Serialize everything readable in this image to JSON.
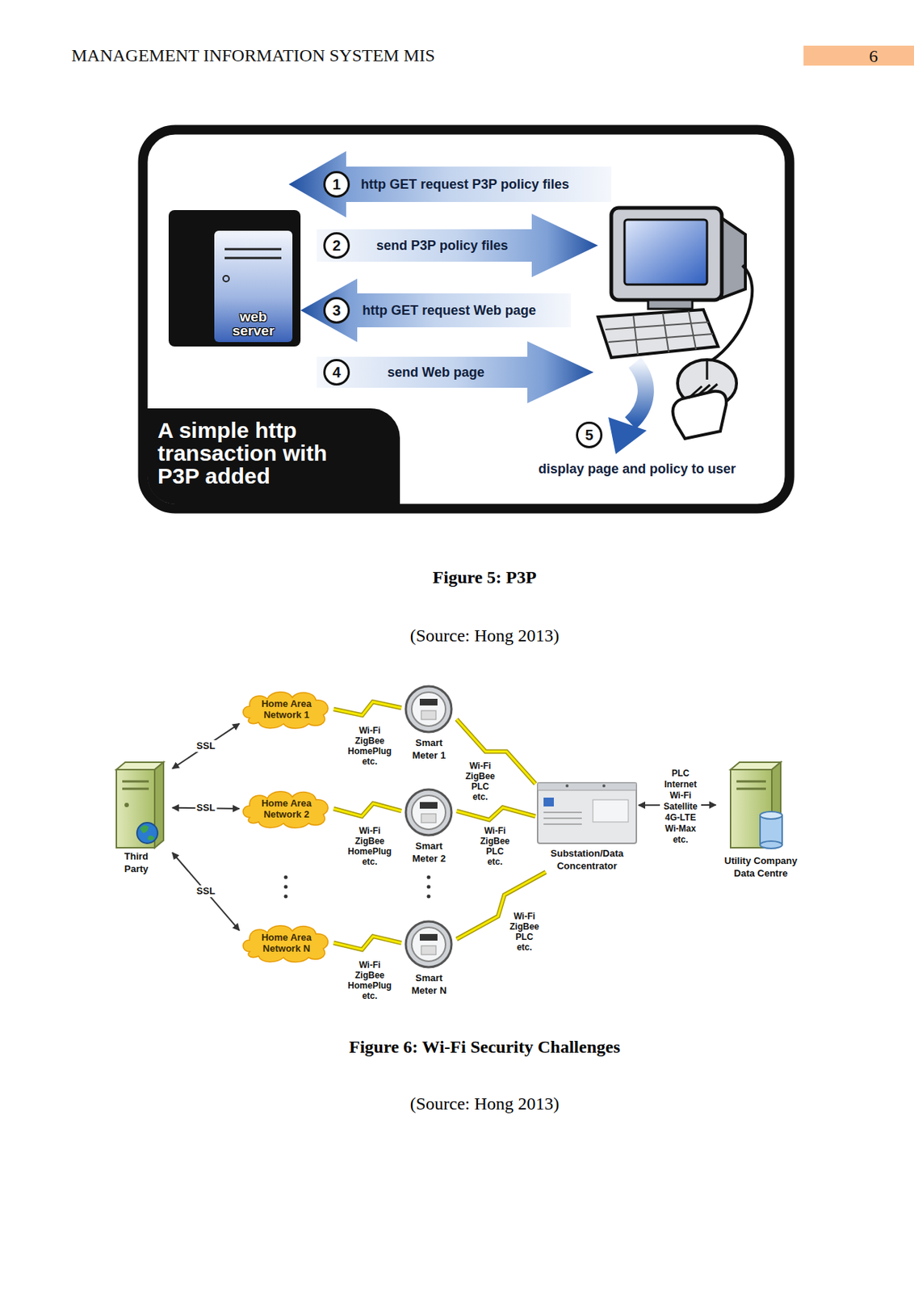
{
  "diagram": {
    "nodes": [
      {
        "text": [
          "web server"
        ]
      },
      {
        "text": [
          "A simple http transaction with P3P added"
        ]
      },
      {
        "text": [
          "Third Party"
        ]
      },
      {
        "text": [
          "Home Area Network 1"
        ]
      },
      {
        "text": [
          "Home Area Network 2"
        ]
      },
      {
        "text": [
          "Home Area Network N"
        ]
      },
      {
        "text": [
          "Smart Meter 1"
        ]
      },
      {
        "text": [
          "Smart Meter 2"
        ]
      },
      {
        "text": [
          "Smart Meter N"
        ]
      },
      {
        "text": [
          "Substation/Data Concentrator"
        ]
      },
      {
        "text": [
          "Utility Company Data Centre"
        ]
      }
    ],
    "edges": [
      {
        "from": 2,
        "to": 3,
        "label": "SSL",
        "arrow": "both"
      },
      {
        "from": 2,
        "to": 4,
        "label": "SSL",
        "arrow": "both"
      },
      {
        "from": 2,
        "to": 5,
        "label": "SSL",
        "arrow": "both"
      },
      {
        "from": 3,
        "to": 6,
        "label": "Wi-Fi ZigBee HomePlug etc.",
        "arrow": "none"
      },
      {
        "from": 4,
        "to": 7,
        "label": "Wi-Fi ZigBee HomePlug etc.",
        "arrow": "none"
      },
      {
        "from": 5,
        "to": 8,
        "label": "Wi-Fi ZigBee HomePlug etc.",
        "arrow": "none"
      },
      {
        "from": 6,
        "to": 9,
        "label": "Wi-Fi ZigBee PLC etc.",
        "arrow": "none"
      },
      {
        "from": 7,
        "to": 9,
        "label": "Wi-Fi ZigBee PLC etc.",
        "arrow": "none"
      },
      {
        "from": 8,
        "to": 9,
        "label": "Wi-Fi ZigBee PLC etc.",
        "arrow": "none"
      },
      {
        "from": 9,
        "to": 10,
        "label": "PLC Internet Wi-Fi Satellite 4G-LTE Wi-Max etc.",
        "arrow": "both"
      }
    ],
    "labels": [
      "MANAGEMENT INFORMATION SYSTEM MIS",
      "6",
      "1",
      "http GET request P3P policy files",
      "2",
      "send P3P policy files",
      "3",
      "http GET request Web page",
      "4",
      "send Web page",
      "5",
      "display page and policy to user",
      "Figure 5: P3P",
      "(Source: Hong 2013)",
      "Figure 6: Wi-Fi Security Challenges",
      "(Source: Hong 2013)"
    ]
  }
}
